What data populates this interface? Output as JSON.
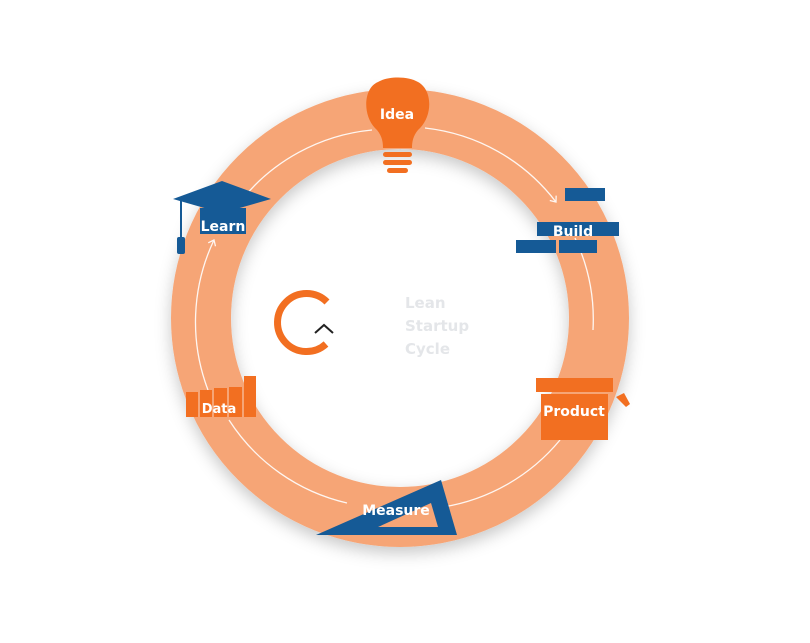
{
  "diagram": {
    "center": {
      "lines": [
        "Lean",
        "Startup",
        "Cycle"
      ]
    },
    "stages": {
      "idea": "Idea",
      "build": "Build",
      "product": "Product",
      "measure": "Measure",
      "data": "Data",
      "learn": "Learn"
    },
    "colors": {
      "ring": "#f6a576",
      "orange": "#f26f21",
      "blue": "#155a96",
      "center_text": "#e4e6e9"
    }
  }
}
